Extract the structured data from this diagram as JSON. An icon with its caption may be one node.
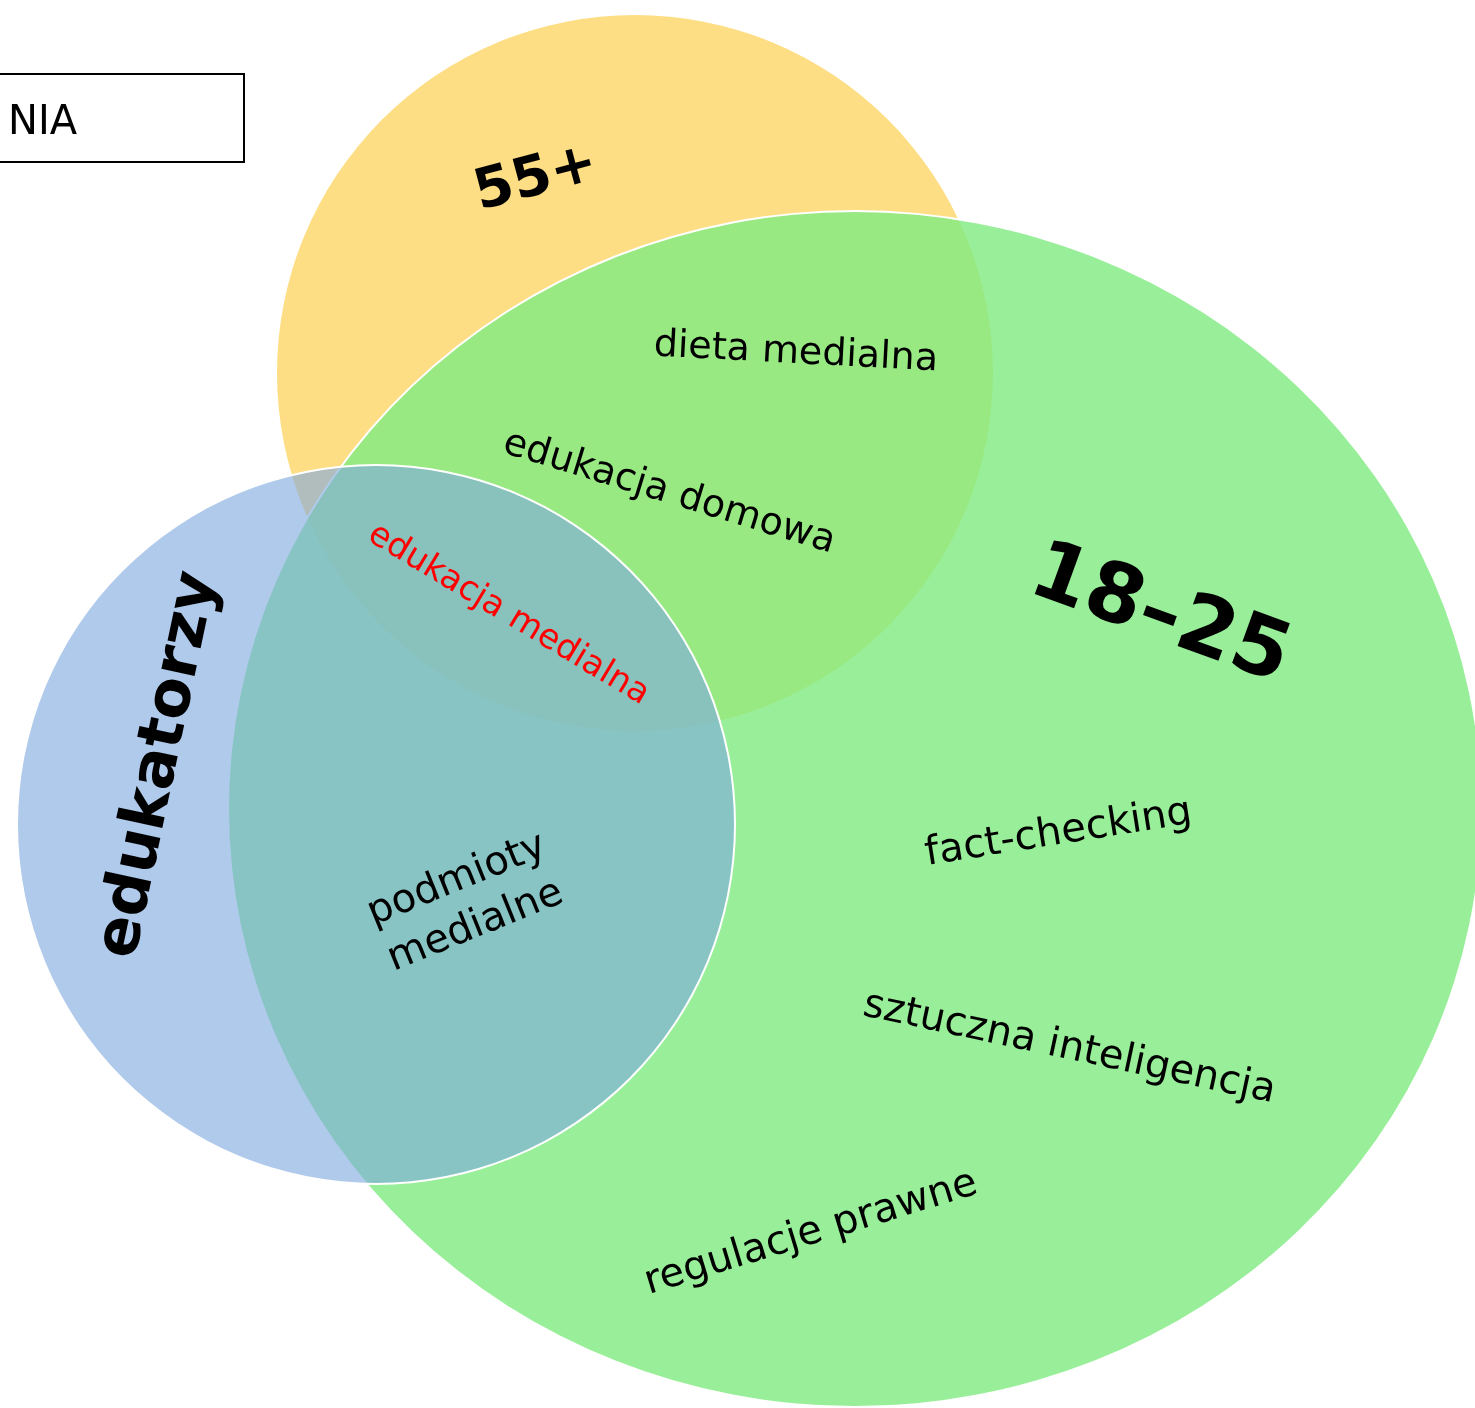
{
  "diagram": {
    "nodes": [
      {
        "text": [
          "NIA"
        ]
      },
      {
        "text": [
          "55+"
        ]
      },
      {
        "text": [
          "18–25"
        ]
      },
      {
        "text": [
          "edukatorzy"
        ]
      }
    ],
    "labels": [
      "dieta medialna",
      "edukacja domowa",
      "edukacja medialna",
      "podmioty medialne",
      "fact-checking",
      "sztuczna inteligencja",
      "regulacje prawne"
    ]
  }
}
